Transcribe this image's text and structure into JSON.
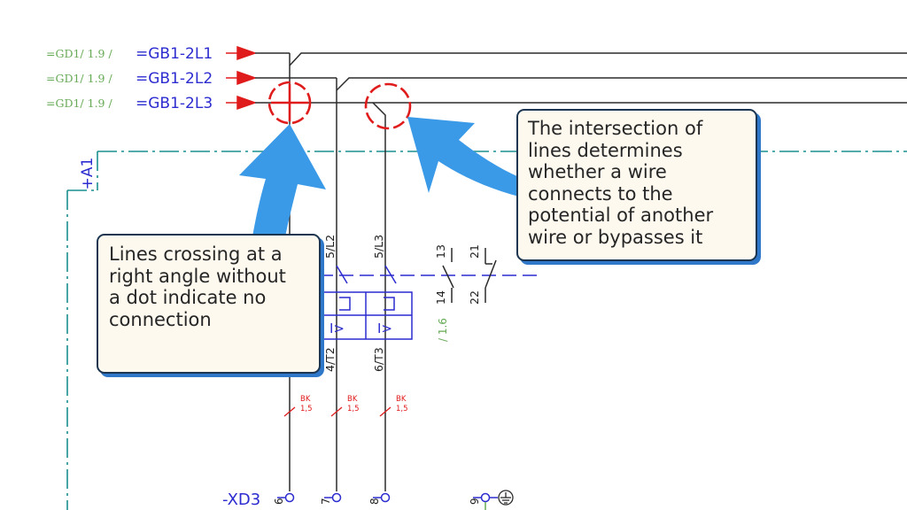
{
  "colors": {
    "wire": "#2b2b2b",
    "blue": "#2c2cd0",
    "red": "#e01b1b",
    "green": "#66aa55",
    "frame": "#1a8f8f",
    "arrow": "#3a9ae8",
    "callout_bg": "#fdf9ef",
    "callout_border": "#1c3550",
    "callout_shadow": "#2f77c8"
  },
  "references": {
    "l1": "=GD1/ 1.9 /",
    "l2": "=GD1/ 1.9 /",
    "l3": "=GD1/ 1.9 /"
  },
  "wire_labels": {
    "l1": "=GB1-2L1",
    "l2": "=GB1-2L2",
    "l3": "=GB1-2L3"
  },
  "frame_label": "+A1",
  "breaker": {
    "pole_label_1": "5/L2",
    "pole_label_2": "5/L3",
    "out_label_1": "4/T2",
    "out_label_2": "6/T3",
    "trip_symbol_1": "I>",
    "trip_symbol_2": "I>"
  },
  "aux_contacts": {
    "c13": "13",
    "c14": "14",
    "c21": "21",
    "c22": "22",
    "ref": "/ 1.6"
  },
  "cable_marks": {
    "m1": {
      "color": "BK",
      "size": "1,5"
    },
    "m2": {
      "color": "BK",
      "size": "1,5"
    },
    "m3": {
      "color": "BK",
      "size": "1,5"
    }
  },
  "terminal": {
    "name": "-XD3",
    "t6": "6",
    "t7": "7",
    "t8": "8",
    "t9": "9"
  },
  "callouts": {
    "right_lines": [
      "The intersection of",
      "lines determines",
      "whether a wire",
      "connects to the",
      "potential of another",
      "wire or bypasses it"
    ],
    "left_lines": [
      "Lines crossing at a",
      "right angle without",
      "a dot indicate no",
      "connection"
    ]
  }
}
